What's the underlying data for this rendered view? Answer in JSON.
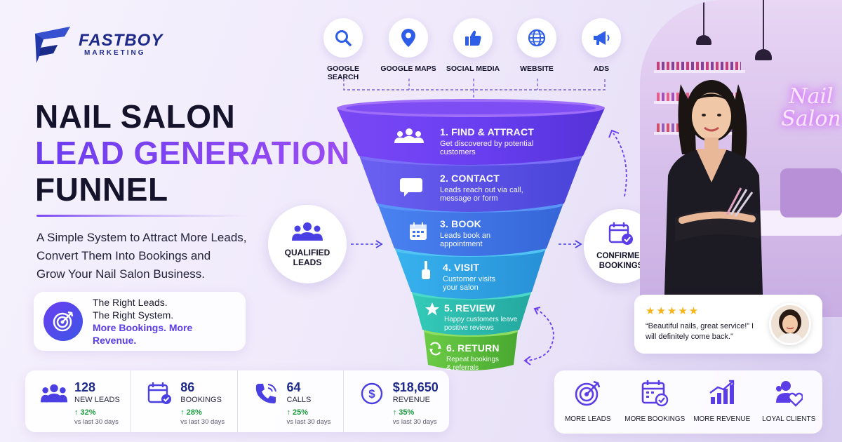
{
  "brand": {
    "name": "FASTBOY",
    "sub": "MARKETING"
  },
  "title": {
    "line1": "NAIL SALON",
    "line2": "LEAD GENERATION",
    "line3": "FUNNEL"
  },
  "subtitle": [
    "A Simple System to Attract More Leads,",
    "Convert Them Into Bookings and",
    "Grow Your Nail Salon Business."
  ],
  "tagline": {
    "line1": "The Right Leads.",
    "line2": "The Right System.",
    "line3": "More Bookings. More Revenue."
  },
  "sources": [
    {
      "label": "GOOGLE SEARCH",
      "icon": "search-icon"
    },
    {
      "label": "GOOGLE MAPS",
      "icon": "map-pin-icon"
    },
    {
      "label": "SOCIAL MEDIA",
      "icon": "thumbs-up-icon"
    },
    {
      "label": "WEBSITE",
      "icon": "globe-icon"
    },
    {
      "label": "ADS",
      "icon": "megaphone-icon"
    }
  ],
  "funnel": [
    {
      "title": "1. FIND & ATTRACT",
      "desc": "Get discovered by potential customers",
      "icon": "people-icon",
      "color": "#6a3ff2"
    },
    {
      "title": "2. CONTACT",
      "desc": "Leads reach out via call, message or form",
      "icon": "chat-bubble-icon",
      "color": "#5a52ee"
    },
    {
      "title": "3. BOOK",
      "desc": "Leads book an appointment",
      "icon": "calendar-icon",
      "color": "#3f74ea"
    },
    {
      "title": "4. VISIT",
      "desc": "Customer visits your salon",
      "icon": "nail-polish-icon",
      "color": "#2fa0e3"
    },
    {
      "title": "5. REVIEW",
      "desc": "Happy customers leave positive reviews",
      "icon": "star-icon",
      "color": "#2cbcb0"
    },
    {
      "title": "6. RETURN",
      "desc": "Repeat bookings & referrals",
      "icon": "refresh-icon",
      "color": "#54bc3c"
    }
  ],
  "side": {
    "left": "QUALIFIED LEADS",
    "right": "CONFIRMED BOOKINGS"
  },
  "scene": {
    "neon": "Nail Salon"
  },
  "review": {
    "stars": "★★★★★",
    "text": "“Beautiful nails, great service!” I will definitely come back.”"
  },
  "stats": [
    {
      "value": "128",
      "label": "NEW LEADS",
      "change": "↑ 32%",
      "sub": "vs last 30 days",
      "icon": "people-icon"
    },
    {
      "value": "86",
      "label": "BOOKINGS",
      "change": "↑ 28%",
      "sub": "vs last 30 days",
      "icon": "calendar-check-icon"
    },
    {
      "value": "64",
      "label": "CALLS",
      "change": "↑ 25%",
      "sub": "vs last 30 days",
      "icon": "phone-icon"
    },
    {
      "value": "$18,650",
      "label": "REVENUE",
      "change": "↑ 35%",
      "sub": "vs last 30 days",
      "icon": "dollar-icon"
    }
  ],
  "benefits": [
    {
      "label": "MORE LEADS",
      "icon": "target-icon"
    },
    {
      "label": "MORE BOOKINGS",
      "icon": "calendar-check-icon"
    },
    {
      "label": "MORE REVENUE",
      "icon": "growth-chart-icon"
    },
    {
      "label": "LOYAL CLIENTS",
      "icon": "heart-user-icon"
    }
  ],
  "colors": {
    "accent": "#6a3ff2",
    "navy": "#1d2a8a",
    "green": "#1c9c3c",
    "star": "#f7b51c"
  }
}
